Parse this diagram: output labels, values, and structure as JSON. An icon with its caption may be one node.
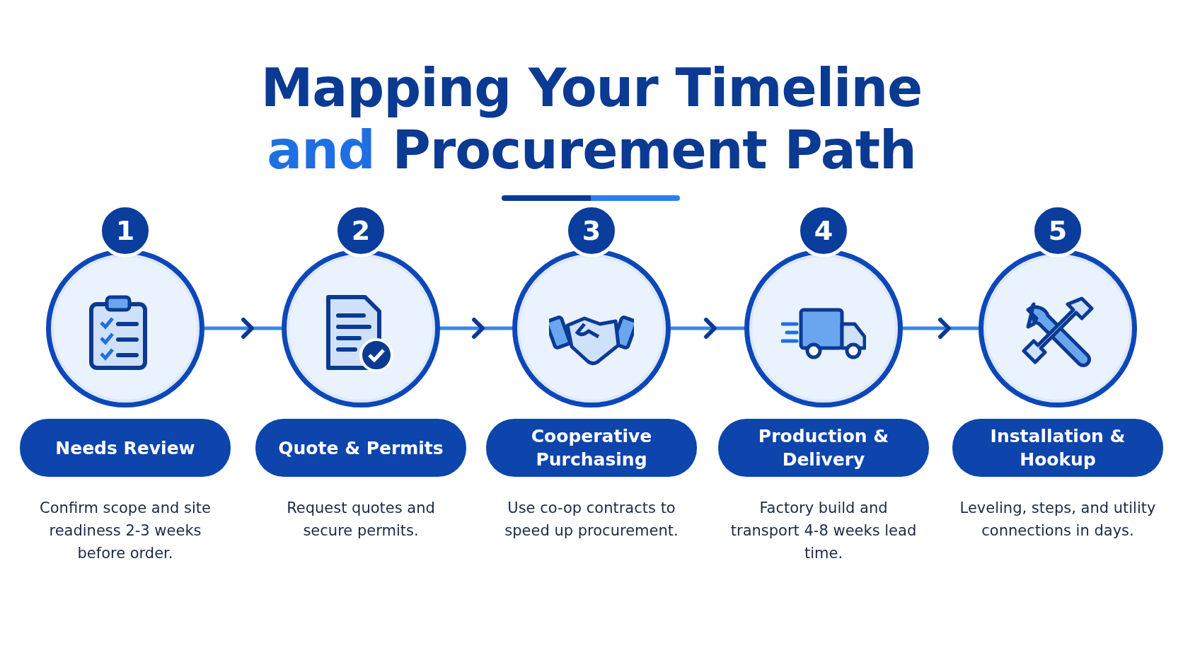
{
  "diagram": {
    "title": "Mapping Your Timeline and Procurement Path",
    "nodes": [
      {
        "text": [
          "1"
        ]
      },
      {
        "text": [
          "Needs Review"
        ],
        "beside": [
          "Confirm scope and site readiness 2-3 weeks before order."
        ]
      },
      {
        "text": [
          "2"
        ]
      },
      {
        "text": [
          "Quote & Permits"
        ],
        "beside": [
          "Request quotes and secure permits."
        ]
      },
      {
        "text": [
          "3"
        ]
      },
      {
        "text": [
          "Cooperative Purchasing"
        ],
        "beside": [
          "Use co-op contracts to speed up procurement."
        ]
      },
      {
        "text": [
          "4"
        ]
      },
      {
        "text": [
          "Production & Delivery"
        ],
        "beside": [
          "Factory build and transport 4-8 weeks lead time."
        ]
      },
      {
        "text": [
          "5"
        ]
      },
      {
        "text": [
          "Installation & Hookup"
        ],
        "beside": [
          "Leveling, steps, and utility connections in days."
        ]
      }
    ],
    "edges": [
      {
        "from": 0,
        "to": 2,
        "arrow": "to"
      },
      {
        "from": 2,
        "to": 4,
        "arrow": "to"
      },
      {
        "from": 4,
        "to": 6,
        "arrow": "to"
      },
      {
        "from": 6,
        "to": 8,
        "arrow": "to"
      }
    ]
  }
}
